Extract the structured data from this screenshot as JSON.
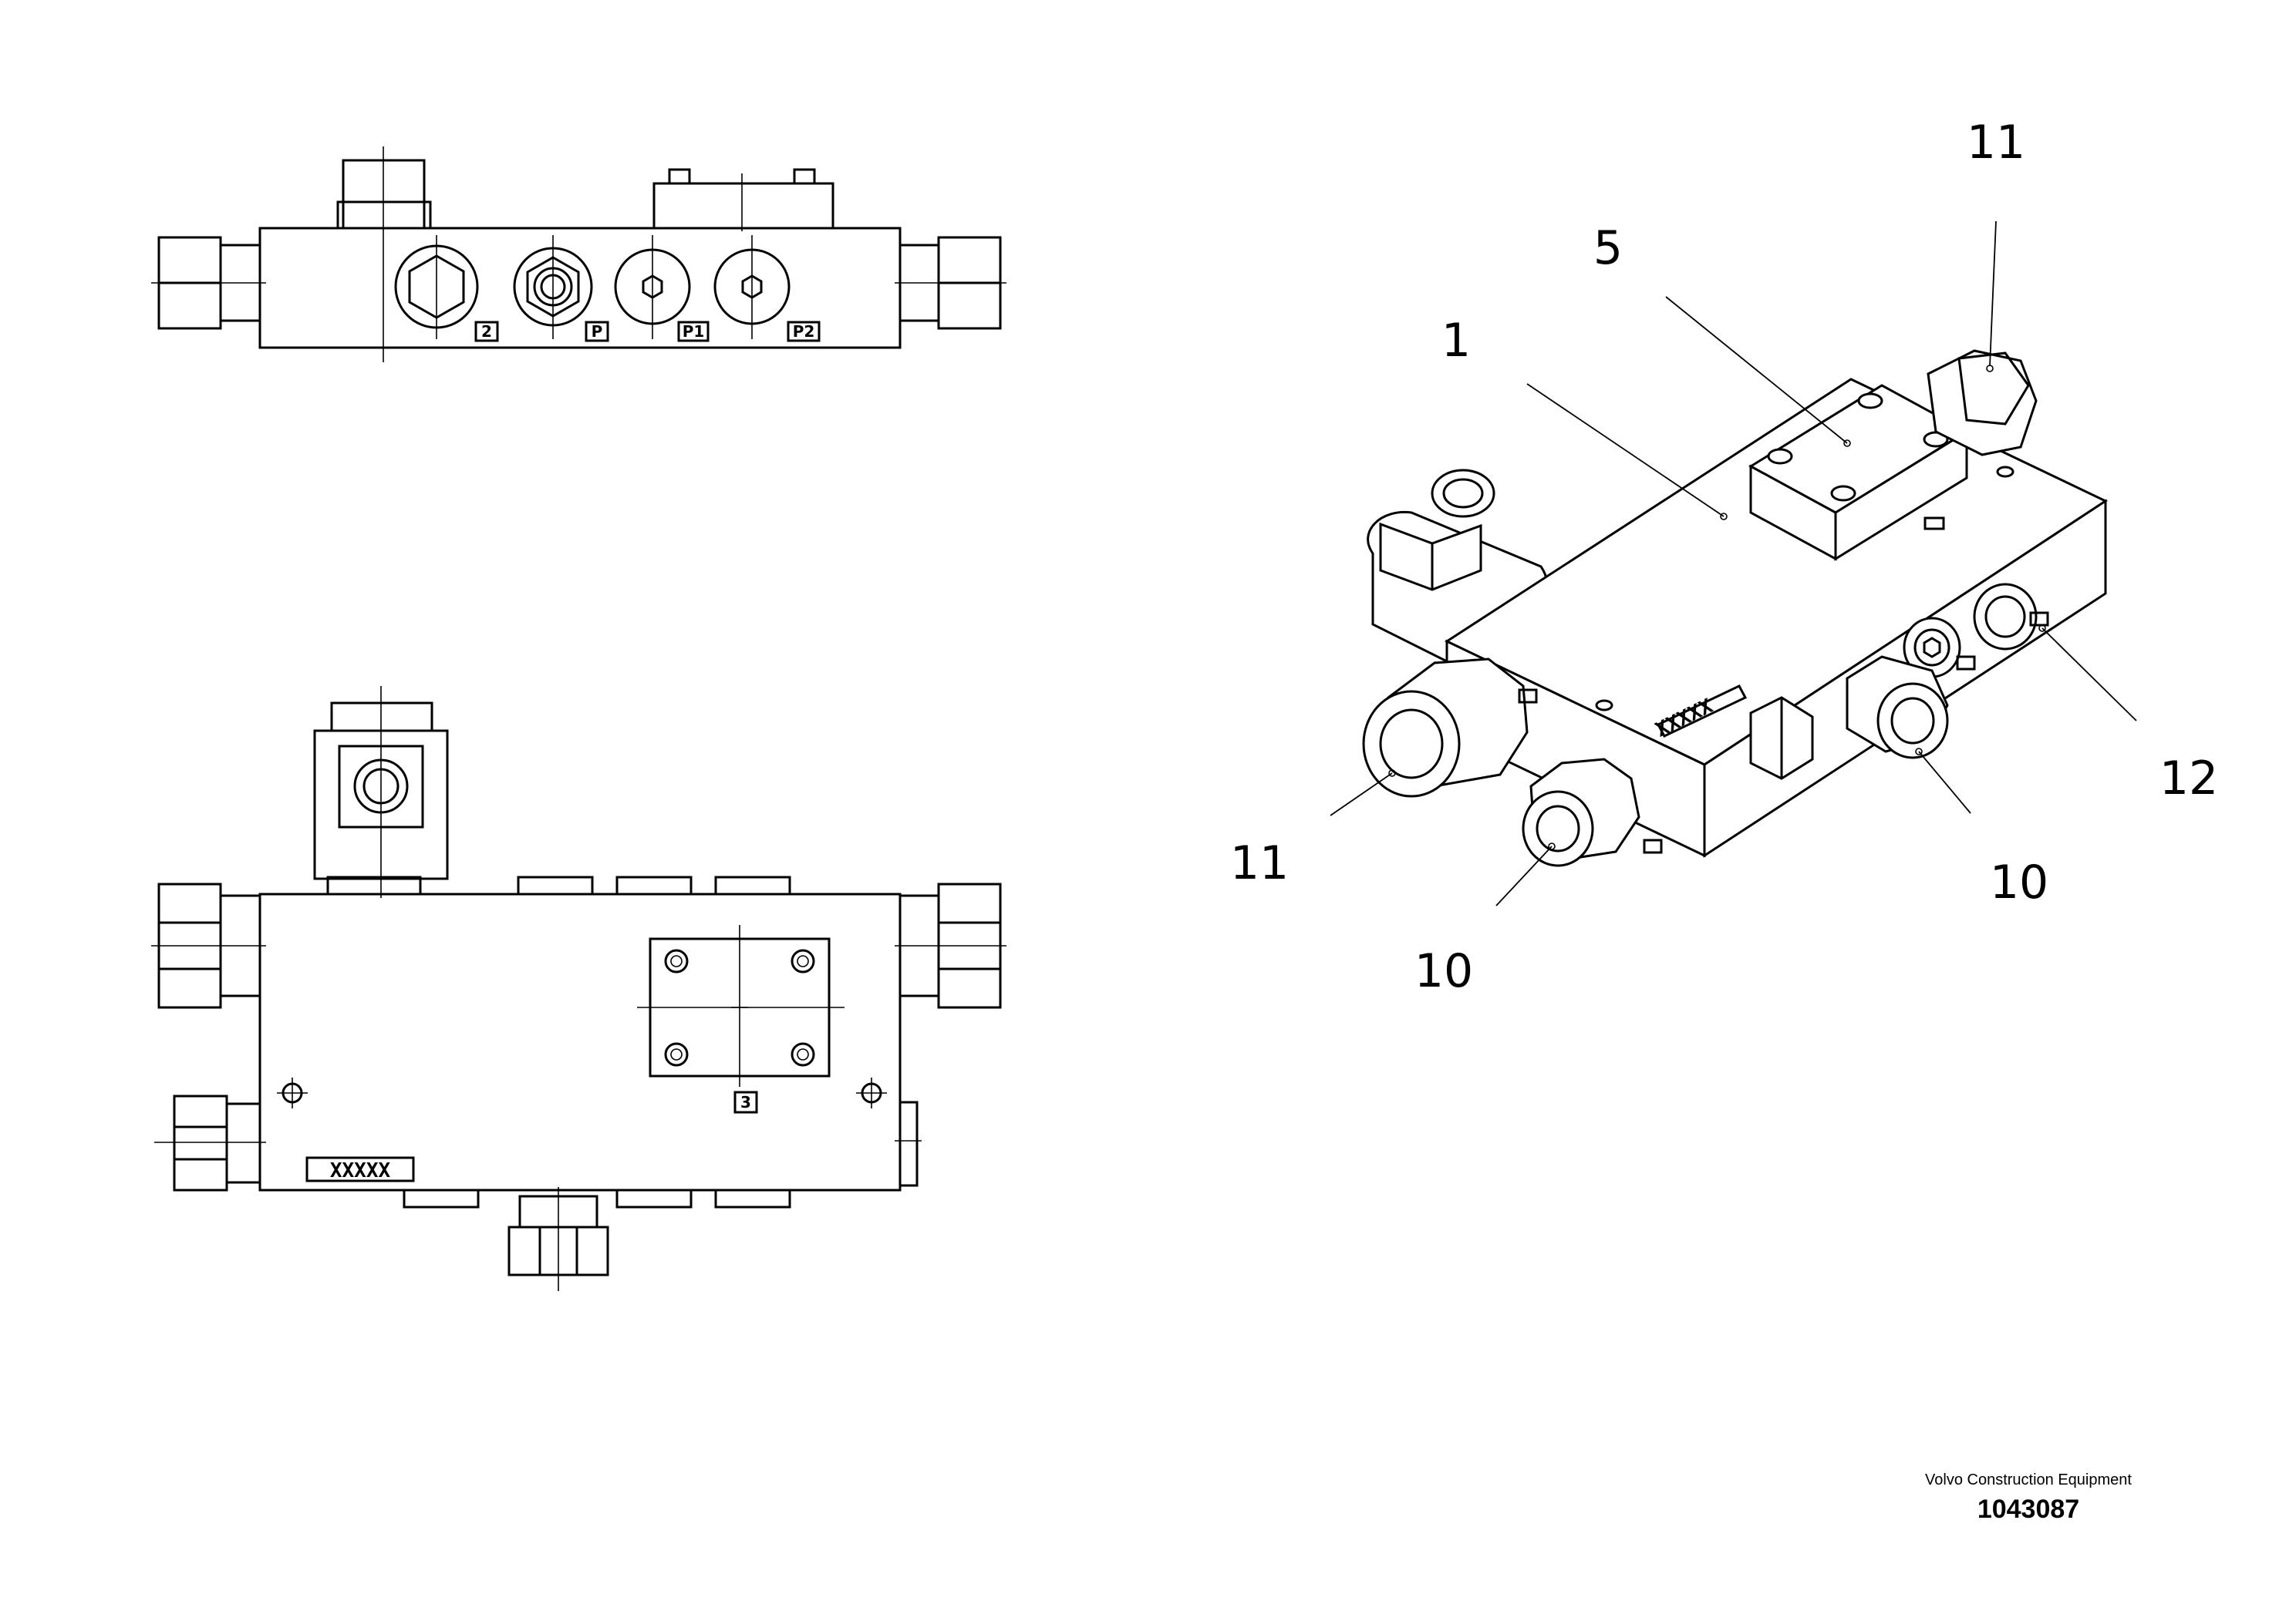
{
  "views": {
    "top": {
      "port_labels": [
        "2",
        "P",
        "P1",
        "P2"
      ]
    },
    "front": {
      "cover_label": "3",
      "marking": "XXXXX"
    },
    "iso": {
      "marking": "XXXXX",
      "callouts": [
        "1",
        "5",
        "11",
        "11",
        "12",
        "10",
        "10"
      ]
    }
  },
  "footer": {
    "company": "Volvo Construction Equipment",
    "document_number": "1043087"
  }
}
